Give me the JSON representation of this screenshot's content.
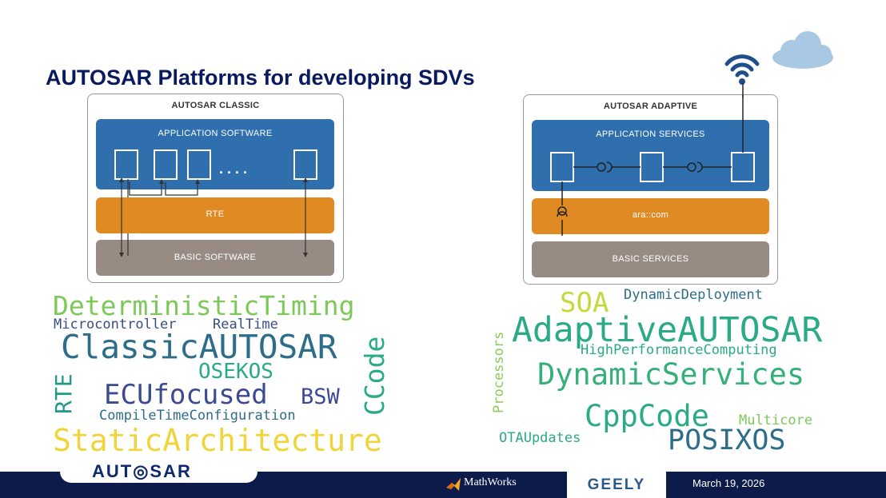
{
  "title": "AUTOSAR Platforms for developing SDVs",
  "icons": {
    "wifi": "wifi-icon",
    "cloud": "cloud-icon",
    "mathworks": "mathworks-logo-icon"
  },
  "classic": {
    "title": "AUTOSAR CLASSIC",
    "app_label": "APPLICATION SOFTWARE",
    "rte_label": "RTE",
    "bsw_label": "BASIC SOFTWARE",
    "dots": ". . . ."
  },
  "adaptive": {
    "title": "AUTOSAR ADAPTIVE",
    "app_label": "APPLICATION SERVICES",
    "com_label": "ara::com",
    "services_label": "BASIC SERVICES"
  },
  "classic_words": {
    "w1": "DeterministicTiming",
    "w2": "Microcontroller",
    "w3": "RealTime",
    "w4": "ClassicAUTOSAR",
    "w5": "OSEKOS",
    "w6": "RTE",
    "w7": "ECUfocused",
    "w8": "BSW",
    "w9": "CCode",
    "w10": "CompileTimeConfiguration",
    "w11": "StaticArchitecture"
  },
  "adaptive_words": {
    "w1": "SOA",
    "w2": "DynamicDeployment",
    "w3": "Processors",
    "w4": "AdaptiveAUTOSAR",
    "w5": "HighPerformanceComputing",
    "w6": "DynamicServices",
    "w7": "CppCode",
    "w8": "Multicore",
    "w9": "OTAUpdates",
    "w10": "POSIXOS"
  },
  "footer": {
    "autosar_logo": "AUT◎SAR",
    "mathworks": "MathWorks",
    "geely": "GEELY",
    "date": "March 19, 2026"
  },
  "colors": {
    "title": "#0a1a5e",
    "blue_layer": "#2f6fae",
    "orange_layer": "#e08a24",
    "grey_layer": "#978b84",
    "footer_bg": "#0d1b4a"
  }
}
